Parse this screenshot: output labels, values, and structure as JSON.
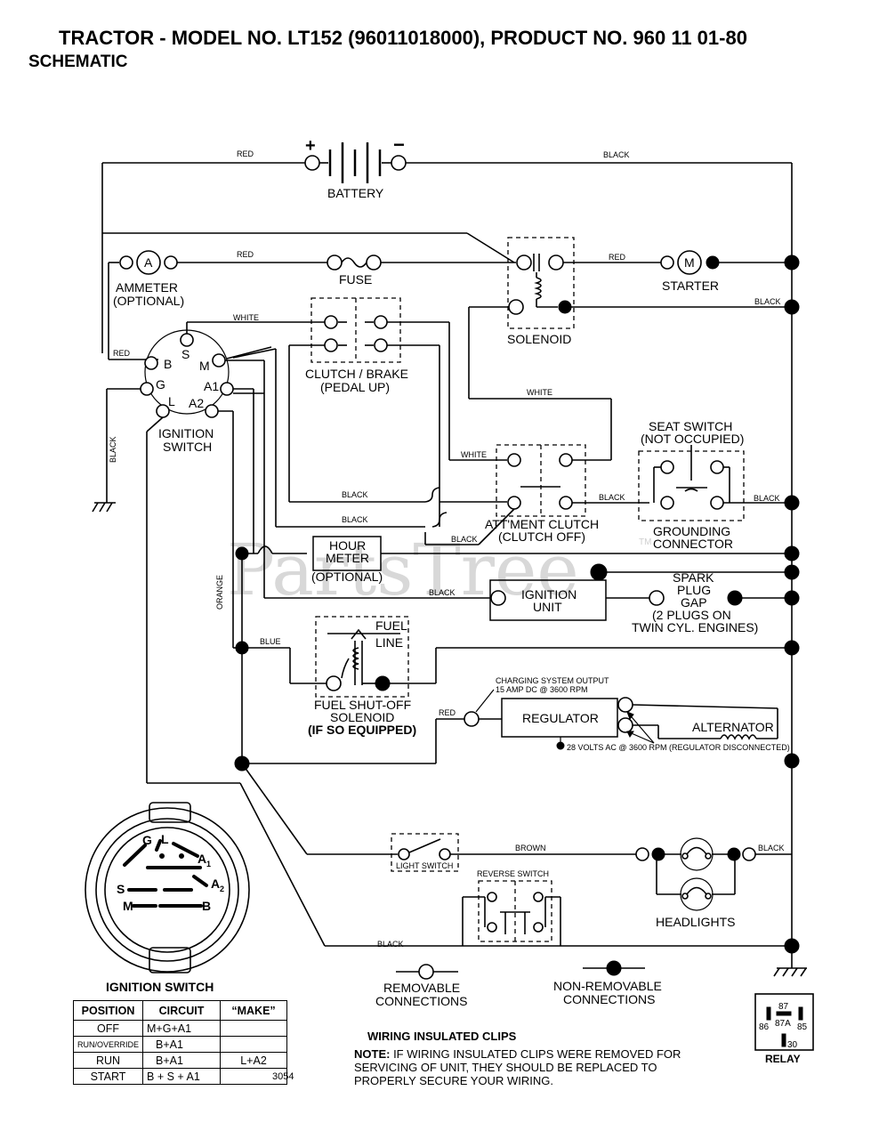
{
  "header": {
    "title": "TRACTOR - MODEL NO. LT152 (96011018000), PRODUCT NO. 960 11 01-80",
    "subtitle": "SCHEMATIC"
  },
  "components": {
    "battery": "BATTERY",
    "ammeter": "AMMETER",
    "ammeter_opt": "(OPTIONAL)",
    "ammeter_symbol": "A",
    "fuse": "FUSE",
    "starter": "STARTER",
    "starter_symbol": "M",
    "solenoid": "SOLENOID",
    "clutch_brake": "CLUTCH / BRAKE",
    "clutch_brake_sub": "(PEDAL UP)",
    "ignition_switch_1": "IGNITION",
    "ignition_switch_2": "SWITCH",
    "seat_switch": "SEAT SWITCH",
    "seat_switch_sub": "(NOT OCCUPIED)",
    "attment_clutch": "ATT'MENT CLUTCH",
    "attment_clutch_sub": "(CLUTCH OFF)",
    "grounding_1": "GROUNDING",
    "grounding_2": "CONNECTOR",
    "hour_meter_1": "HOUR",
    "hour_meter_2": "METER",
    "hour_meter_opt": "(OPTIONAL)",
    "ignition_unit_1": "IGNITION",
    "ignition_unit_2": "UNIT",
    "spark_1": "SPARK",
    "spark_2": "PLUG",
    "spark_3": "GAP",
    "spark_4": "(2 PLUGS ON",
    "spark_5": "TWIN CYL. ENGINES)",
    "fuel_line_1": "FUEL",
    "fuel_line_2": "LINE",
    "fuel_sol_1": "FUEL SHUT-OFF",
    "fuel_sol_2": "SOLENOID",
    "fuel_sol_3": "(IF SO EQUIPPED)",
    "charging_1": "CHARGING SYSTEM OUTPUT",
    "charging_2": "15 AMP DC @ 3600 RPM",
    "regulator": "REGULATOR",
    "alternator": "ALTERNATOR",
    "ac_note": "28 VOLTS AC @ 3600 RPM (REGULATOR DISCONNECTED)",
    "light_switch": "LIGHT SWITCH",
    "reverse_switch": "REVERSE SWITCH",
    "headlights": "HEADLIGHTS",
    "plus": "+",
    "minus": "−"
  },
  "terminals": {
    "B": "B",
    "S": "S",
    "M": "M",
    "G": "G",
    "L": "L",
    "A1": "A1",
    "A2": "A2"
  },
  "wires": {
    "red": "RED",
    "black": "BLACK",
    "white": "WHITE",
    "orange": "ORANGE",
    "blue": "BLUE",
    "brown": "BROWN"
  },
  "legend": {
    "removable_1": "REMOVABLE",
    "removable_2": "CONNECTIONS",
    "nonremovable_1": "NON-REMOVABLE",
    "nonremovable_2": "CONNECTIONS"
  },
  "ignition_face": {
    "title": "IGNITION SWITCH",
    "G": "G",
    "L": "L",
    "A1": "A",
    "A1_sub": "1",
    "A2": "A",
    "A2_sub": "2",
    "S": "S",
    "M": "M",
    "B": "B"
  },
  "position_table": {
    "headers": [
      "POSITION",
      "CIRCUIT",
      "“MAKE”"
    ],
    "rows": [
      {
        "position": "OFF",
        "circuit": "M+G+A1",
        "make": ""
      },
      {
        "position": "RUN/OVERRIDE",
        "circuit": "B+A1",
        "make": ""
      },
      {
        "position": "RUN",
        "circuit": "B+A1",
        "make": "L+A2"
      },
      {
        "position": "START",
        "circuit": "B + S + A1",
        "make": ""
      }
    ]
  },
  "diagram_no": "3054",
  "clips": {
    "title": "WIRING INSULATED CLIPS",
    "note_label": "NOTE:",
    "note_1": " IF WIRING INSULATED CLIPS WERE REMOVED FOR",
    "note_2": "SERVICING OF UNIT, THEY SHOULD BE REPLACED TO",
    "note_3": "PROPERLY SECURE YOUR WIRING."
  },
  "relay": {
    "label": "RELAY",
    "p87": "87",
    "p87a": "87A",
    "p86": "86",
    "p85": "85",
    "p30": "30"
  },
  "watermark": "PartsTree",
  "watermark_tm": "TM"
}
